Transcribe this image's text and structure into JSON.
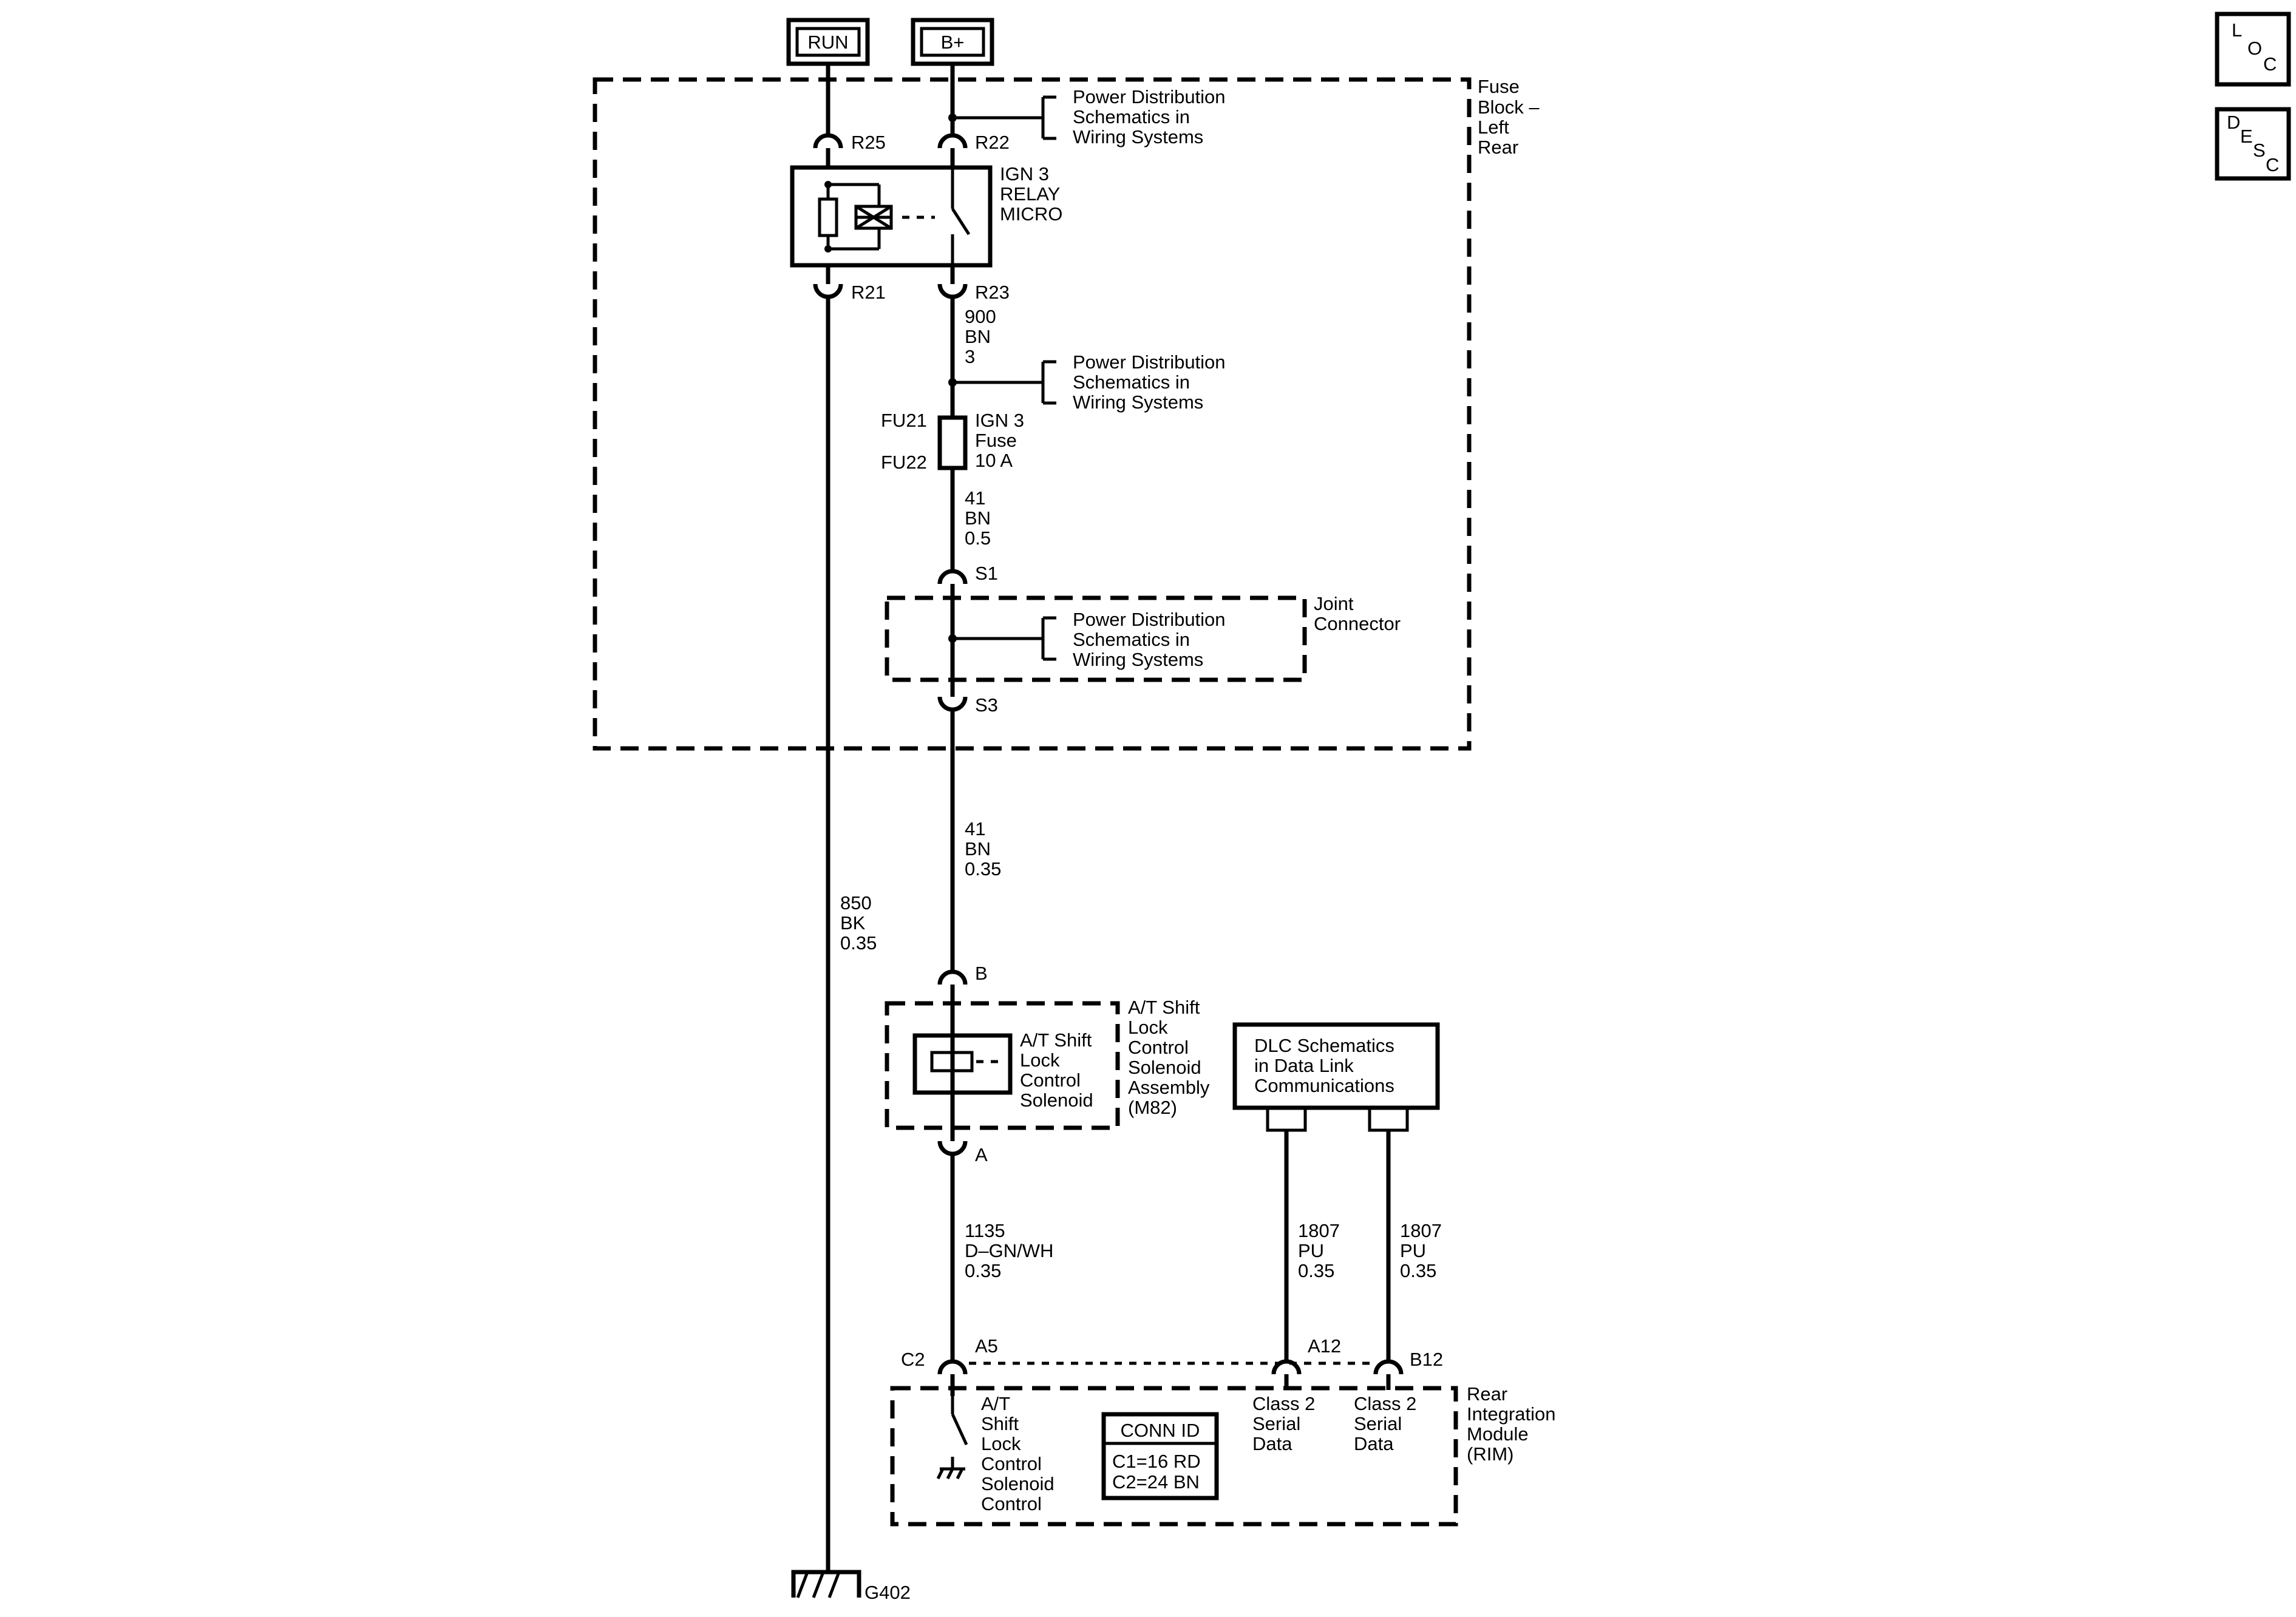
{
  "terminals": {
    "run": "RUN",
    "bplus": "B+"
  },
  "side_buttons": {
    "loc": [
      "L",
      "O",
      "C"
    ],
    "desc": [
      "D",
      "E",
      "S",
      "C"
    ]
  },
  "fuse_block": {
    "label": [
      "Fuse",
      "Block –",
      "Left",
      "Rear"
    ]
  },
  "pins": {
    "r25": "R25",
    "r22": "R22",
    "r21": "R21",
    "r23": "R23",
    "s1": "S1",
    "s3": "S3",
    "b": "B",
    "a": "A",
    "c2": "C2",
    "a5": "A5",
    "a12": "A12",
    "b12": "B12",
    "fu21": "FU21",
    "fu22": "FU22"
  },
  "power_dist_label": [
    "Power Distribution",
    "Schematics in",
    "Wiring Systems"
  ],
  "relay": {
    "label": [
      "IGN 3",
      "RELAY",
      "MICRO"
    ]
  },
  "fuse": {
    "label": [
      "IGN 3",
      "Fuse",
      "10 A"
    ]
  },
  "wires": {
    "w900": [
      "900",
      "BN",
      "3"
    ],
    "w41a": [
      "41",
      "BN",
      "0.5"
    ],
    "w41b": [
      "41",
      "BN",
      "0.35"
    ],
    "w850": [
      "850",
      "BK",
      "0.35"
    ],
    "w1135": [
      "1135",
      "D–GN/WH",
      "0.35"
    ],
    "w1807a": [
      "1807",
      "PU",
      "0.35"
    ],
    "w1807b": [
      "1807",
      "PU",
      "0.35"
    ]
  },
  "joint_connector": {
    "label": [
      "Joint",
      "Connector"
    ]
  },
  "solenoid": {
    "inner_label": [
      "A/T Shift",
      "Lock",
      "Control",
      "Solenoid"
    ],
    "assembly_label": [
      "A/T Shift",
      "Lock",
      "Control",
      "Solenoid",
      "Assembly",
      "(M82)"
    ]
  },
  "dlc": {
    "label": [
      "DLC Schematics",
      "in Data Link",
      "Communications"
    ]
  },
  "rim": {
    "label": [
      "Rear",
      "Integration",
      "Module",
      "(RIM)"
    ],
    "control_label": [
      "A/T",
      "Shift",
      "Lock",
      "Control",
      "Solenoid",
      "Control"
    ],
    "class2_a": [
      "Class 2",
      "Serial",
      "Data"
    ],
    "class2_b": [
      "Class 2",
      "Serial",
      "Data"
    ],
    "conn_id": {
      "title": "CONN ID",
      "c1": "C1=16 RD",
      "c2": "C2=24 BN"
    }
  },
  "ground": {
    "label": "G402"
  }
}
